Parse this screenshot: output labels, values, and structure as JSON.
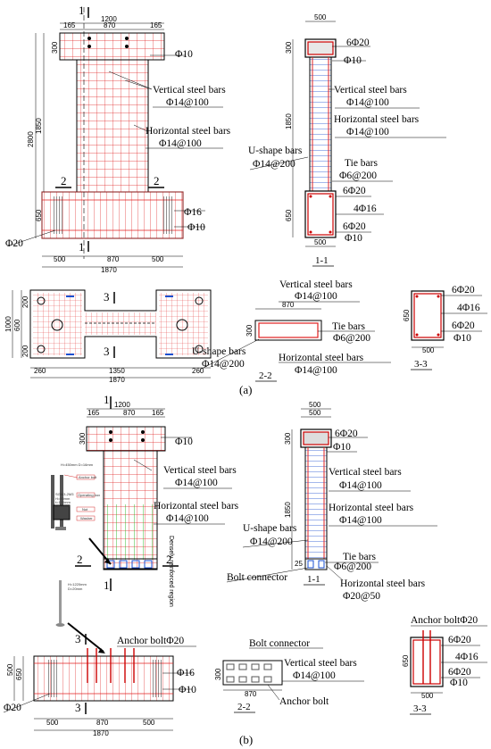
{
  "part_a": {
    "caption": "(a)",
    "elevation": {
      "section_mark_1": "1",
      "section_mark_2": "2",
      "section_mark_3": "3",
      "dims_top": [
        "1200",
        "165",
        "870",
        "165"
      ],
      "dim_300": "300",
      "dim_2800": "2800",
      "dim_1850": "1850",
      "dim_650": "650",
      "dims_bottom": [
        "500",
        "870",
        "500"
      ],
      "dim_total": "1870",
      "label_phi10": "Φ10",
      "label_vertical": "Vertical steel bars",
      "label_vertical_spec": "Φ14@100",
      "label_horizontal": "Horizontal steel bars",
      "label_horizontal_spec": "Φ14@100",
      "label_phi16": "Φ16",
      "label_phi10b": "Φ10",
      "label_phi20": "Φ20"
    },
    "section_1_1": {
      "title": "1-1",
      "dim_500_top": "500",
      "dim_300": "300",
      "dim_1850": "1850",
      "dim_650": "650",
      "dim_500_bot": "500",
      "label_6phi20": "6Φ20",
      "label_phi10": "Φ10",
      "label_vertical": "Vertical steel bars",
      "label_vertical_spec": "Φ14@100",
      "label_horizontal": "Horizontal steel bars",
      "label_horizontal_spec": "Φ14@100",
      "label_ushape": "U-shape bars",
      "label_ushape_spec": "Φ14@200",
      "label_tie": "Tie bars",
      "label_tie_spec": "Φ6@200",
      "label_6phi20b": "6Φ20",
      "label_4phi16": "4Φ16",
      "label_6phi20c": "6Φ20",
      "label_phi10b": "Φ10"
    },
    "plan_3_3": {
      "mark_3": "3",
      "dims_left": [
        "200",
        "1000",
        "600",
        "200"
      ],
      "dims_bottom": [
        "260",
        "1350",
        "260"
      ],
      "dim_total": "1870"
    },
    "section_2_2": {
      "title": "2-2",
      "label_vertical": "Vertical steel bars",
      "label_vertical_spec": "Φ14@100",
      "dim_870": "870",
      "dim_300": "300",
      "label_tie": "Tie bars",
      "label_tie_spec": "Φ6@200",
      "label_ushape": "U-shape bars",
      "label_ushape_spec": "Φ14@200",
      "label_horizontal": "Horizontal steel bars",
      "label_horizontal_spec": "Φ14@100"
    },
    "section_3_3": {
      "title": "3-3",
      "dim_650": "650",
      "dim_500": "500",
      "label_6phi20": "6Φ20",
      "label_4phi16": "4Φ16",
      "label_6phi20b": "6Φ20",
      "label_phi10": "Φ10"
    }
  },
  "part_b": {
    "caption": "(b)",
    "elevation": {
      "section_mark_1": "1",
      "section_mark_2": "2",
      "dims_top": [
        "1200",
        "165",
        "870",
        "165"
      ],
      "dim_300": "300",
      "label_phi10": "Φ10",
      "label_vertical": "Vertical steel bars",
      "label_vertical_spec": "Φ14@100",
      "label_horizontal": "Horizontal steel bars",
      "label_horizontal_spec": "Φ14@100",
      "label_dense": "Densely reinforced region"
    },
    "inset_notes": [
      "H=450mm D=16mm",
      "Anchor bolt",
      "Operating box",
      "SGM3-2M3",
      "H=90mm",
      "t=120mm",
      "D=90mm",
      "Nut",
      "Washer"
    ],
    "inset_bolt_note": [
      "H=1220mm",
      "D=20mm"
    ],
    "section_1_1": {
      "title": "1-1",
      "dim_500_top": "500",
      "dim_300": "300",
      "dim_1850": "1850",
      "dim_25": "25",
      "label_6phi20": "6Φ20",
      "label_phi10": "Φ10",
      "label_vertical": "Vertical steel bars",
      "label_vertical_spec": "Φ14@100",
      "label_horizontal": "Horizontal steel bars",
      "label_horizontal_spec": "Φ14@100",
      "label_ushape": "U-shape bars",
      "label_ushape_spec": "Φ14@200",
      "label_tie": "Tie bars",
      "label_tie_spec": "Φ6@200",
      "label_bolt": "Bolt connector",
      "label_horizontal2": "Horizontal steel bars",
      "label_horizontal2_spec": "Φ20@50"
    },
    "footing": {
      "mark_3": "3",
      "label_anchor": "Anchor boltΦ20",
      "dim_500": "500",
      "dim_650": "650",
      "label_phi16": "Φ16",
      "label_phi10": "Φ10",
      "label_phi20": "Φ20",
      "dims_bottom": [
        "500",
        "870",
        "500"
      ],
      "dim_total": "1870"
    },
    "section_2_2": {
      "title": "2-2",
      "label_bolt": "Bolt connector",
      "label_vertical": "Vertical steel bars",
      "label_vertical_spec": "Φ14@100",
      "dim_300": "300",
      "dim_870": "870",
      "label_anchor": "Anchor bolt"
    },
    "section_3_3": {
      "title": "3-3",
      "label_anchor": "Anchor boltΦ20",
      "dim_650": "650",
      "dim_500": "500",
      "label_6phi20": "6Φ20",
      "label_4phi16": "4Φ16",
      "label_6phi20b": "6Φ20",
      "label_phi10": "Φ10"
    }
  }
}
